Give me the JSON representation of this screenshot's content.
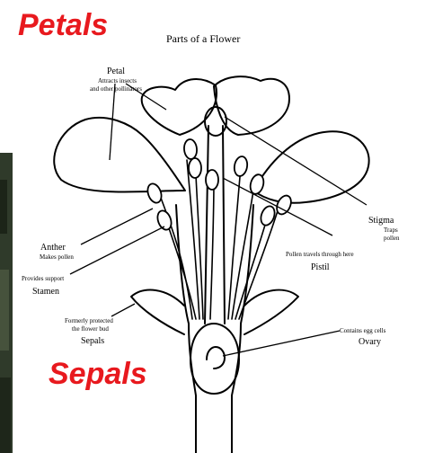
{
  "overlay": {
    "petals": "Petals",
    "sepals": "Sepals",
    "red_color": "#e8191e"
  },
  "diagram": {
    "title": "Parts of a Flower",
    "labels": {
      "petal": "Petal",
      "petal_desc_1": "Attracts insects",
      "petal_desc_2": "and other pollinators",
      "stigma": "Stigma",
      "stigma_desc_1": "Traps",
      "stigma_desc_2": "pollen",
      "style_desc": "Pollen travels through here",
      "pistil": "Pistil",
      "anther": "Anther",
      "anther_desc": "Makes pollen",
      "stamen_desc": "Provides support",
      "stamen": "Stamen",
      "sepals_desc_1": "Formerly protected",
      "sepals_desc_2": "the flower bud",
      "sepals": "Sepals",
      "ovary_desc": "Contains egg cells",
      "ovary": "Ovary"
    }
  }
}
